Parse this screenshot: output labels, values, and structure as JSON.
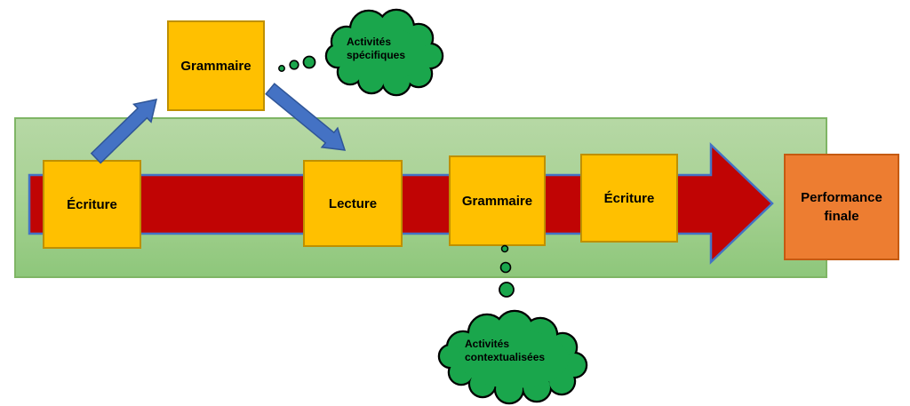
{
  "diagram": {
    "top_box": {
      "label": "Grammaire"
    },
    "sequence_boxes": [
      {
        "label": "Écriture"
      },
      {
        "label": "Lecture"
      },
      {
        "label": "Grammaire"
      },
      {
        "label": "Écriture"
      }
    ],
    "final_box": {
      "line1": "Performance",
      "line2": "finale"
    },
    "clouds": {
      "specific": {
        "line1": "Activités",
        "line2": "spécifiques"
      },
      "contextual": {
        "line1": "Activités",
        "line2": "contextualisées"
      }
    },
    "colors": {
      "band_fill_top": "#b6d8a5",
      "band_fill_bottom": "#8ec77b",
      "band_border": "#7fb565",
      "flow_arrow_fill": "#c00404",
      "flow_arrow_border": "#4472c4",
      "step_box_fill": "#ffc000",
      "step_box_border": "#bf9000",
      "final_box_fill": "#ed7d31",
      "final_box_border": "#c55a11",
      "link_arrow_fill": "#4472c4",
      "link_arrow_border": "#2f5597",
      "cloud_fill": "#1aa64c",
      "cloud_border": "#000000"
    }
  }
}
